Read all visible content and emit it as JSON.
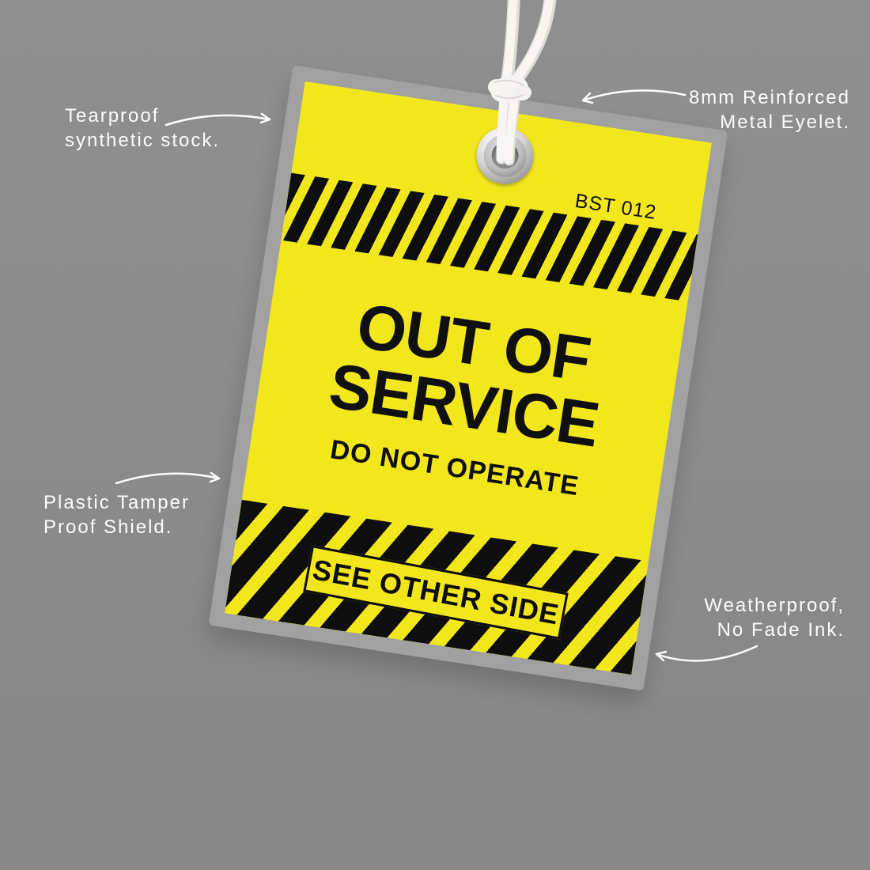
{
  "tag": {
    "serial": "BST 012",
    "title_line1": "OUT OF",
    "title_line2": "SERVICE",
    "subtitle": "DO NOT OPERATE",
    "footer": "SEE OTHER SIDE"
  },
  "annotations": {
    "stock": {
      "line1": "Tearproof",
      "line2": "synthetic stock."
    },
    "eyelet": {
      "line1": "8mm Reinforced",
      "line2": "Metal Eyelet."
    },
    "shield": {
      "line1": "Plastic Tamper",
      "line2": "Proof Shield."
    },
    "ink": {
      "line1": "Weatherproof,",
      "line2": "No Fade Ink."
    }
  },
  "palette": {
    "background": "#898989",
    "shield_gray": "#a1a1a1",
    "tag_yellow": "#f2e71d",
    "stripe_black": "#0e0e0e",
    "annotation_white": "#fcfcfc",
    "eyelet_silver": "#d6d6d6",
    "string_white": "#f6f5f1"
  }
}
